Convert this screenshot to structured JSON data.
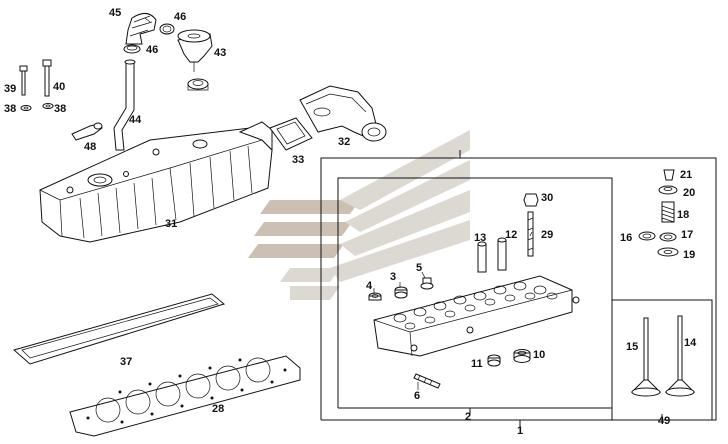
{
  "labels": {
    "l1": "1",
    "l2": "2",
    "l3": "3",
    "l4": "4",
    "l5": "5",
    "l6": "6",
    "l10": "10",
    "l11": "11",
    "l12": "12",
    "l13": "13",
    "l14": "14",
    "l15": "15",
    "l16": "16",
    "l17": "17",
    "l18": "18",
    "l19": "19",
    "l20": "20",
    "l21": "21",
    "l28": "28",
    "l29": "29",
    "l30": "30",
    "l31": "31",
    "l32": "32",
    "l33": "33",
    "l37": "37",
    "l38a": "38",
    "l38b": "38",
    "l39": "39",
    "l40": "40",
    "l43": "43",
    "l44": "44",
    "l45": "45",
    "l46a": "46",
    "l46b": "46",
    "l48": "48",
    "l49": "49"
  },
  "colors": {
    "line": "#111111",
    "watermark_light": "#d6d2cb",
    "watermark_dark": "#c2b6a6"
  }
}
